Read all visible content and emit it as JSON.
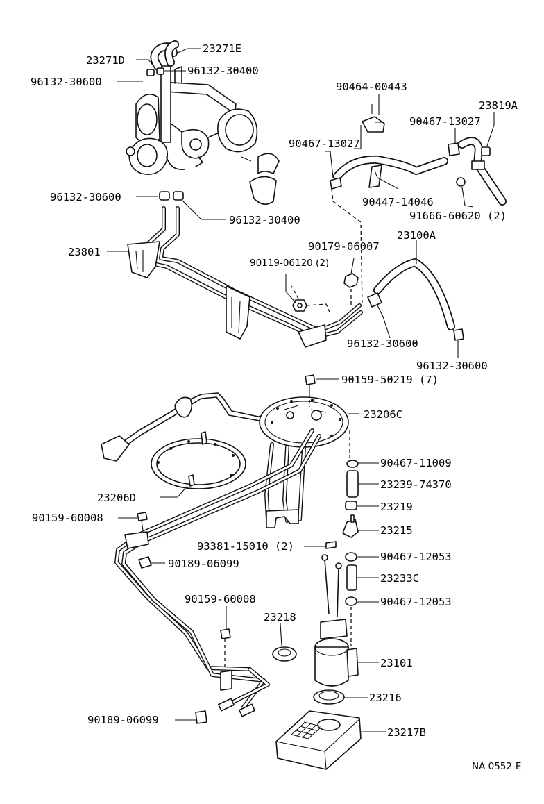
{
  "diagram_code": "NA 0552-E",
  "labels": {
    "l_23271D": "23271D",
    "l_23271E": "23271E",
    "l_96132_30600_a": "96132-30600",
    "l_96132_30400_a": "96132-30400",
    "l_90464_00443": "90464-00443",
    "l_90467_13027_a": "90467-13027",
    "l_23819A": "23819A",
    "l_90467_13027_b": "90467-13027",
    "l_90447_14046": "90447-14046",
    "l_91666_60620": "91666-60620 (2)",
    "l_96132_30600_b": "96132-30600",
    "l_96132_30400_b": "96132-30400",
    "l_23801": "23801",
    "l_90179_06007": "90179-06007",
    "l_23100A": "23100A",
    "l_90119_06120": "90119-06120 (2)",
    "l_96132_30600_c": "96132-30600",
    "l_96132_30600_d": "96132-30600",
    "l_90159_50219": "90159-50219 (7)",
    "l_23206C": "23206C",
    "l_90467_11009": "90467-11009",
    "l_23239_74370": "23239-74370",
    "l_23206D": "23206D",
    "l_23219": "23219",
    "l_90159_60008_a": "90159-60008",
    "l_23215": "23215",
    "l_93381_15010": "93381-15010 (2)",
    "l_90467_12053_a": "90467-12053",
    "l_90189_06099_a": "90189-06099",
    "l_23233C": "23233C",
    "l_90159_60008_b": "90159-60008",
    "l_90467_12053_b": "90467-12053",
    "l_23218": "23218",
    "l_23101": "23101",
    "l_23216": "23216",
    "l_90189_06099_b": "90189-06099",
    "l_23217B": "23217B"
  }
}
